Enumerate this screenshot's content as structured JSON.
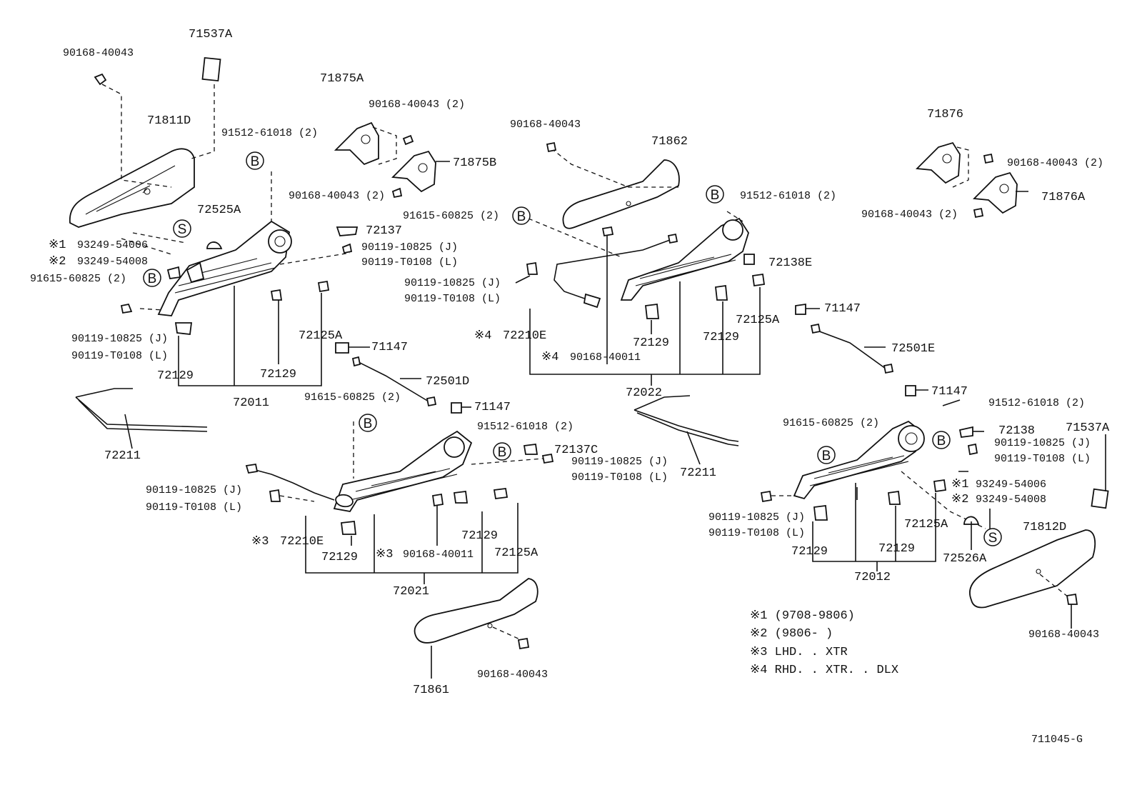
{
  "labels": {
    "l71537a_top": "71537A",
    "l90168_tl": "90168-40043",
    "l71811d": "71811D",
    "l91512_a": "91512-61018 (2)",
    "l72525a": "72525A",
    "l93249_1": "93249-54006",
    "l93249_2": "93249-54008",
    "l91615_a": "91615-60825 (2)",
    "l90119_a1": "90119-10825 (J)",
    "l90119_a2": "90119-T0108 (L)",
    "l72129_a": "72129",
    "l72011": "72011",
    "l72129_b": "72129",
    "l72125a_a": "72125A",
    "l72137": "72137",
    "l90119_b1": "90119-10825 (J)",
    "l90119_b2": "90119-T0108 (L)",
    "l71147_a": "71147",
    "l72211_a": "72211",
    "l71875a": "71875A",
    "l90168_b": "90168-40043 (2)",
    "l71875b": "71875B",
    "l90168_c": "90168-40043 (2)",
    "l91615_b": "91615-60825 (2)",
    "l90119_c1": "90119-10825 (J)",
    "l90119_c2": "90119-T0108 (L)",
    "l72210e_a": "72210E",
    "l90168_d": "90168-40011",
    "l72501d": "72501D",
    "l91615_c": "91615-60825 (2)",
    "l71147_b": "71147",
    "l91512_b": "91512-61018 (2)",
    "l72137c": "72137C",
    "l90119_d1": "90119-10825 (J)",
    "l90119_d2": "90119-T0108 (L)",
    "l90119_e1": "90119-10825 (J)",
    "l90119_e2": "90119-T0108 (L)",
    "l72210e_b": "72210E",
    "l72129_c": "72129",
    "l90168_e": "90168-40011",
    "l72129_d": "72129",
    "l72125a_b": "72125A",
    "l72021": "72021",
    "l71861": "71861",
    "l90168_f": "90168-40043",
    "l90168_g": "90168-40043",
    "l71862": "71862",
    "l91512_c": "91512-61018 (2)",
    "l72138e": "72138E",
    "l72125a_c": "72125A",
    "l72129_e": "72129",
    "l72129_f": "72129",
    "l72022": "72022",
    "l72211_b": "72211",
    "l71876": "71876",
    "l90168_h": "90168-40043 (2)",
    "l71876a": "71876A",
    "l90168_i": "90168-40043 (2)",
    "l71147_c": "71147",
    "l72501e": "72501E",
    "l71147_d": "71147",
    "l91512_d": "91512-61018 (2)",
    "l91615_d": "91615-60825 (2)",
    "l72138": "72138",
    "l90119_f1": "90119-10825 (J)",
    "l90119_f2": "90119-T0108 (L)",
    "l71537a_r": "71537A",
    "l93249_3": "93249-54006",
    "l93249_4": "93249-54008",
    "l90119_g1": "90119-10825 (J)",
    "l90119_g2": "90119-T0108 (L)",
    "l72125a_d": "72125A",
    "l72129_g": "72129",
    "l72129_h": "72129",
    "l72526a": "72526A",
    "l71812d": "71812D",
    "l72012": "72012",
    "l90168_j": "90168-40043",
    "code": "711045-G"
  },
  "markers": {
    "m1": "※1",
    "m2": "※2",
    "m3a": "※3",
    "m3b": "※3",
    "m4a": "※4",
    "m4b": "※4",
    "m1r": "※1",
    "m2r": "※2"
  },
  "circles": {
    "B": "B",
    "S": "S"
  },
  "legend": [
    "※1 (9708-9806)",
    "※2 (9806-      )",
    "※3 LHD. . XTR",
    "※4 RHD. . XTR. . DLX"
  ]
}
